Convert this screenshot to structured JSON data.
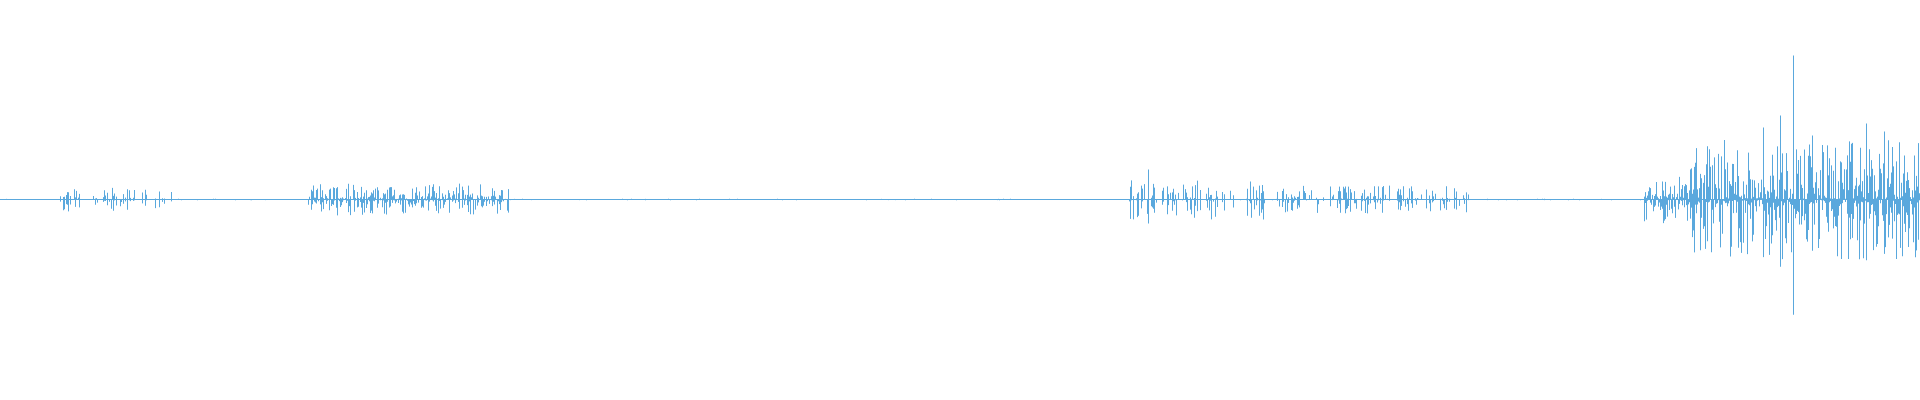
{
  "waveform": {
    "color": "#5aa8dd",
    "baseline_amplitude": 0.004,
    "segments": [
      {
        "start": 0.028,
        "end": 0.09,
        "amplitude": 0.06,
        "density": 0.45
      },
      {
        "start": 0.16,
        "end": 0.265,
        "amplitude": 0.08,
        "density": 0.9
      },
      {
        "start": 0.588,
        "end": 0.66,
        "amplitude": 0.1,
        "density": 0.5
      },
      {
        "start": 0.665,
        "end": 0.765,
        "amplitude": 0.07,
        "density": 0.55
      },
      {
        "start": 0.856,
        "end": 0.88,
        "amplitude": 0.12,
        "density": 1.0
      },
      {
        "start": 0.88,
        "end": 1.0,
        "amplitude": 0.3,
        "density": 1.0
      }
    ],
    "peaks": [
      {
        "position": 0.598,
        "amplitude": 0.15
      },
      {
        "position": 0.934,
        "amplitude": 0.72
      },
      {
        "position": 0.918,
        "amplitude": 0.36
      },
      {
        "position": 0.927,
        "amplitude": 0.42
      },
      {
        "position": 0.944,
        "amplitude": 0.32
      },
      {
        "position": 0.972,
        "amplitude": 0.38
      },
      {
        "position": 0.981,
        "amplitude": 0.34
      }
    ]
  }
}
